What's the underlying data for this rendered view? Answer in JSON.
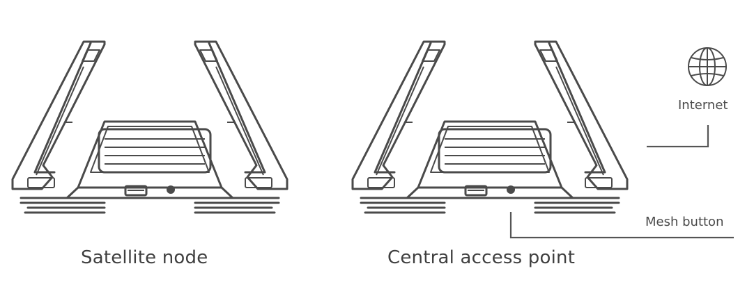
{
  "diagram": {
    "routers": [
      {
        "id": "satellite",
        "caption": "Satellite node"
      },
      {
        "id": "central",
        "caption": "Central access point"
      }
    ],
    "labels": {
      "internet": "Internet",
      "mesh_button": "Mesh button"
    },
    "icons": {
      "internet": "globe-icon"
    },
    "colors": {
      "line": "#4a4a4a",
      "text": "#3f3f3f"
    }
  }
}
